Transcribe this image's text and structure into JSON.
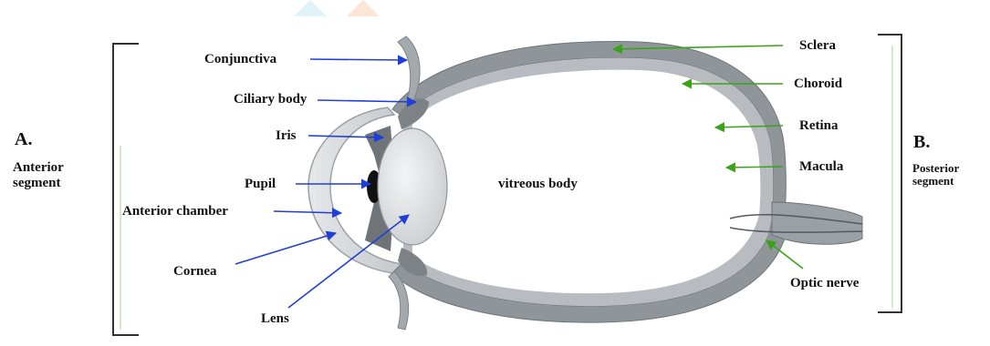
{
  "labels": {
    "conjunctiva": "Conjunctiva",
    "ciliary_body": "Ciliary body",
    "iris": "Iris",
    "pupil": "Pupil",
    "anterior_chamber": "Anterior chamber",
    "cornea": "Cornea",
    "lens": "Lens",
    "sclera": "Sclera",
    "choroid": "Choroid",
    "retina": "Retina",
    "macula": "Macula",
    "optic_nerve": "Optic nerve",
    "vitreous_body": "vitreous body"
  },
  "sections": {
    "anterior_letter": "A.",
    "anterior_name": "Anterior segment",
    "posterior_letter": "B.",
    "posterior_name": "Posterior segment"
  },
  "colors": {
    "left_arrows": "#1f3fd6",
    "right_arrows": "#3aa31a",
    "sclera": "#8f9599",
    "choroid": "#b8bcc0",
    "vitreous": "#ffffff",
    "lens": "#e2e4e6"
  }
}
